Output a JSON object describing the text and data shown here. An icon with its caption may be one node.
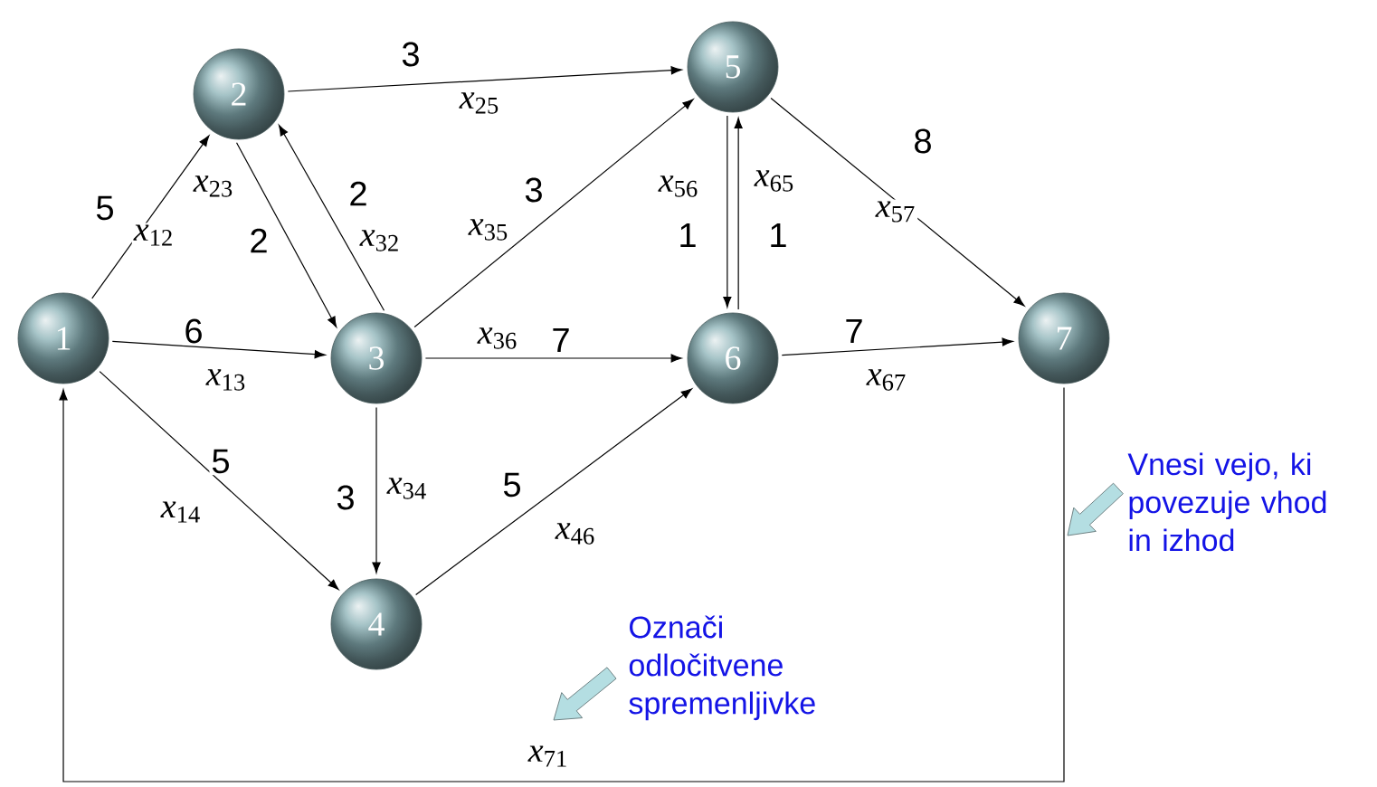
{
  "diagram": {
    "nodes": [
      {
        "text": [
          "1"
        ]
      },
      {
        "text": [
          "2"
        ]
      },
      {
        "text": [
          "3"
        ]
      },
      {
        "text": [
          "4"
        ]
      },
      {
        "text": [
          "5"
        ]
      },
      {
        "text": [
          "6"
        ]
      },
      {
        "text": [
          "7"
        ]
      }
    ],
    "edges": [
      {
        "from": 0,
        "to": 1,
        "arrow": "to",
        "label": "5"
      },
      {
        "from": 0,
        "to": 2,
        "arrow": "to",
        "label": "6"
      },
      {
        "from": 0,
        "to": 3,
        "arrow": "to",
        "label": "5"
      },
      {
        "from": 1,
        "to": 4,
        "arrow": "to",
        "label": "3"
      },
      {
        "from": 1,
        "to": 2,
        "arrow": "to",
        "label": "2"
      },
      {
        "from": 2,
        "to": 1,
        "arrow": "to",
        "label": "2"
      },
      {
        "from": 2,
        "to": 4,
        "arrow": "to",
        "label": "3"
      },
      {
        "from": 2,
        "to": 5,
        "arrow": "to",
        "label": "7"
      },
      {
        "from": 2,
        "to": 3,
        "arrow": "to",
        "label": "3"
      },
      {
        "from": 3,
        "to": 5,
        "arrow": "to",
        "label": "5"
      },
      {
        "from": 4,
        "to": 5,
        "arrow": "to",
        "label": "1"
      },
      {
        "from": 5,
        "to": 4,
        "arrow": "to",
        "label": "1"
      },
      {
        "from": 4,
        "to": 6,
        "arrow": "to",
        "label": "8"
      },
      {
        "from": 5,
        "to": 6,
        "arrow": "to",
        "label": "7"
      },
      {
        "from": 6,
        "to": 0,
        "arrow": "to"
      }
    ],
    "labels": [
      "*x*$_{12}$",
      "*x*$_{13}$",
      "*x*$_{14}$",
      "*x*$_{25}$",
      "*x*$_{23}$",
      "*x*$_{32}$",
      "*x*$_{35}$",
      "*x*$_{36}$",
      "*x*$_{34}$",
      "*x*$_{46}$",
      "*x*$_{56}$",
      "*x*$_{65}$",
      "*x*$_{57}$",
      "*x*$_{67}$",
      "*x*$_{71}$",
      "Označi odločitvene spremenljivke",
      "Vnesi vejo, ki povezuje vhod in izhod"
    ]
  }
}
